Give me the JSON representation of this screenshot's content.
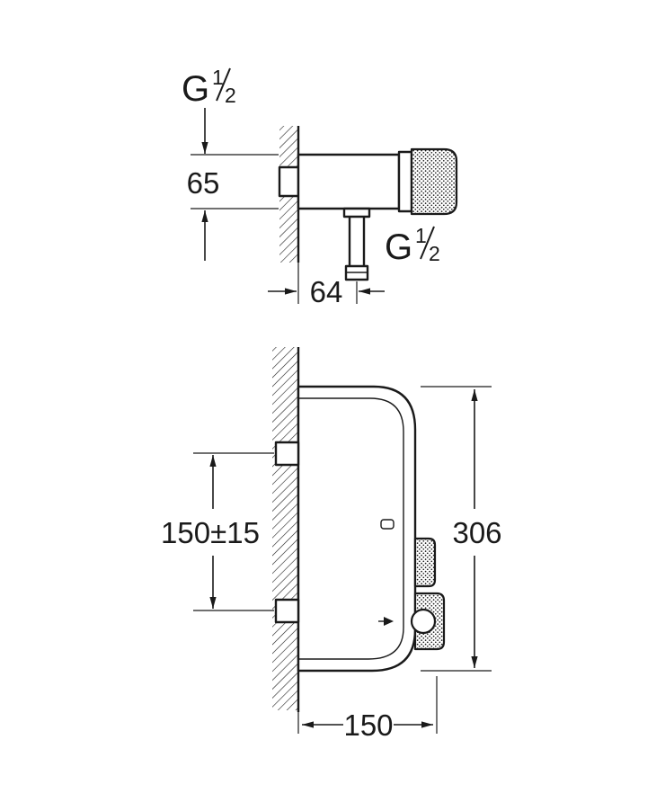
{
  "page": {
    "background": "#ffffff",
    "line_color": "#1a1a1a"
  },
  "diagram": {
    "type": "installation-dimension-drawing",
    "views": {
      "side": {
        "top_thread": {
          "prefix": "G",
          "numerator": "1",
          "denominator": "2"
        },
        "outlet_thread": {
          "prefix": "G",
          "numerator": "1",
          "denominator": "2"
        },
        "dim_height": "65",
        "dim_outlet_offset": "64"
      },
      "front": {
        "dim_bracket_spacing": "150±15",
        "dim_total_height": "306",
        "dim_depth": "150"
      }
    }
  }
}
